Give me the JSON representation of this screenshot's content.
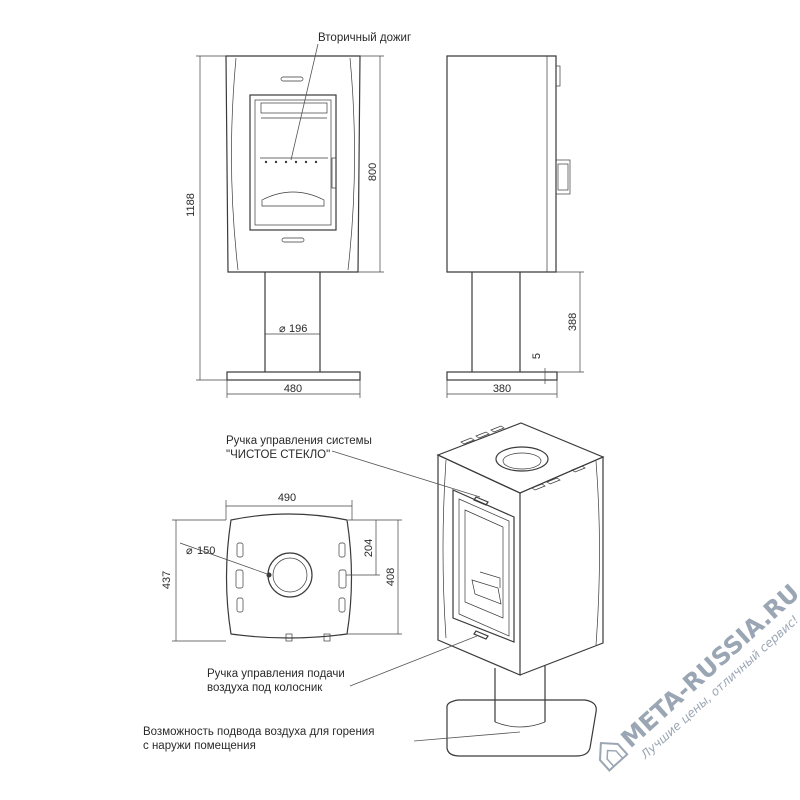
{
  "labels": {
    "secondary_burn": "Вторичный дожиг",
    "clean_glass_line1": "Ручка управления системы",
    "clean_glass_line2": "\"ЧИСТОЕ СТЕКЛО\"",
    "air_supply_line1": "Ручка управления подачи",
    "air_supply_line2": "воздуха под колосник",
    "outside_air_line1": "Возможность подвода воздуха для горения",
    "outside_air_line2": "с наружи помещения"
  },
  "dimensions": {
    "front_height_total": "1188",
    "front_body_height": "800",
    "pipe_diameter": "196",
    "front_base_width": "480",
    "side_base_width": "380",
    "side_leg_height": "388",
    "side_gap": "5",
    "top_width": "490",
    "top_flue_diameter": "150",
    "top_depth": "437",
    "top_depth_inner": "408",
    "top_flue_offset": "204"
  },
  "watermark": {
    "brand": "META-RUSSIA.RU",
    "slogan": "Лучшие цены, отличный сервис!"
  },
  "colors": {
    "line": "#3a3a3a",
    "watermark": "#9aa6b4"
  }
}
